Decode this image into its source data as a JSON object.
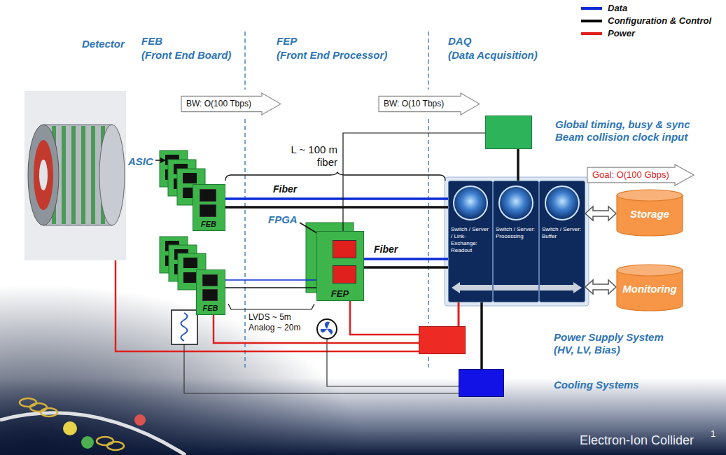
{
  "diagram": {
    "nodes": [
      {
        "text": [
          "BW: O(100 Tbps)"
        ]
      },
      {
        "text": [
          "BW: O(10 Tbps)"
        ]
      },
      {
        "text": [
          "Global timing, busy & sync Beam collision clock input"
        ]
      },
      {
        "text": [
          "FEB"
        ]
      },
      {
        "text": [
          "FEB"
        ]
      },
      {
        "text": [
          "FEP"
        ]
      },
      {
        "text": [
          "Switch / Server / Link-Exchange: Readout"
        ]
      },
      {
        "text": [
          "Switch / Server: Processing"
        ]
      },
      {
        "text": [
          "Switch / Server: Buffer"
        ]
      },
      {
        "text": [
          "Goal: O(100 Gbps)"
        ]
      },
      {
        "text": [
          "Storage"
        ]
      },
      {
        "text": [
          "Monitoring"
        ]
      },
      {
        "text": [
          "Power Supply System (HV, LV, Bias)"
        ]
      },
      {
        "text": [
          "Cooling Systems"
        ]
      }
    ],
    "edges": [
      {
        "from": 3,
        "to": 6,
        "arrow": "none",
        "label": "Fiber"
      },
      {
        "from": 3,
        "to": 6,
        "arrow": "none"
      },
      {
        "from": 4,
        "to": 5,
        "arrow": "none"
      },
      {
        "from": 4,
        "to": 5,
        "arrow": "none"
      },
      {
        "from": 5,
        "to": 6,
        "arrow": "none",
        "label": "Fiber"
      },
      {
        "from": 5,
        "to": 6,
        "arrow": "none"
      },
      {
        "from": 2,
        "to": 5,
        "arrow": "none"
      },
      {
        "from": 2,
        "to": 7,
        "arrow": "none"
      },
      {
        "from": 12,
        "to": 4,
        "arrow": "none"
      },
      {
        "from": 12,
        "to": 5,
        "arrow": "none"
      },
      {
        "from": 12,
        "to": 6,
        "arrow": "none"
      },
      {
        "from": 6,
        "to": 13,
        "arrow": "none"
      },
      {
        "from": 8,
        "to": 10,
        "arrow": "both"
      },
      {
        "from": 8,
        "to": 11,
        "arrow": "both"
      }
    ],
    "labels": [
      "Detector",
      "FEB",
      "(Front End Board)",
      "FEP",
      "(Front End Processor)",
      "DAQ",
      "(Data Acquisition)",
      "L ~ 100 m fiber",
      "ASIC",
      "FPGA",
      "LVDS ~ 5m",
      "Analog ~ 20m",
      "Electron-Ion Collider",
      "1"
    ],
    "legend": [
      {
        "text": "Data",
        "color": "#0b2bd6"
      },
      {
        "text": "Configuration & Control",
        "color": "#000000"
      },
      {
        "text": "Power",
        "color": "#e0201c"
      }
    ]
  }
}
